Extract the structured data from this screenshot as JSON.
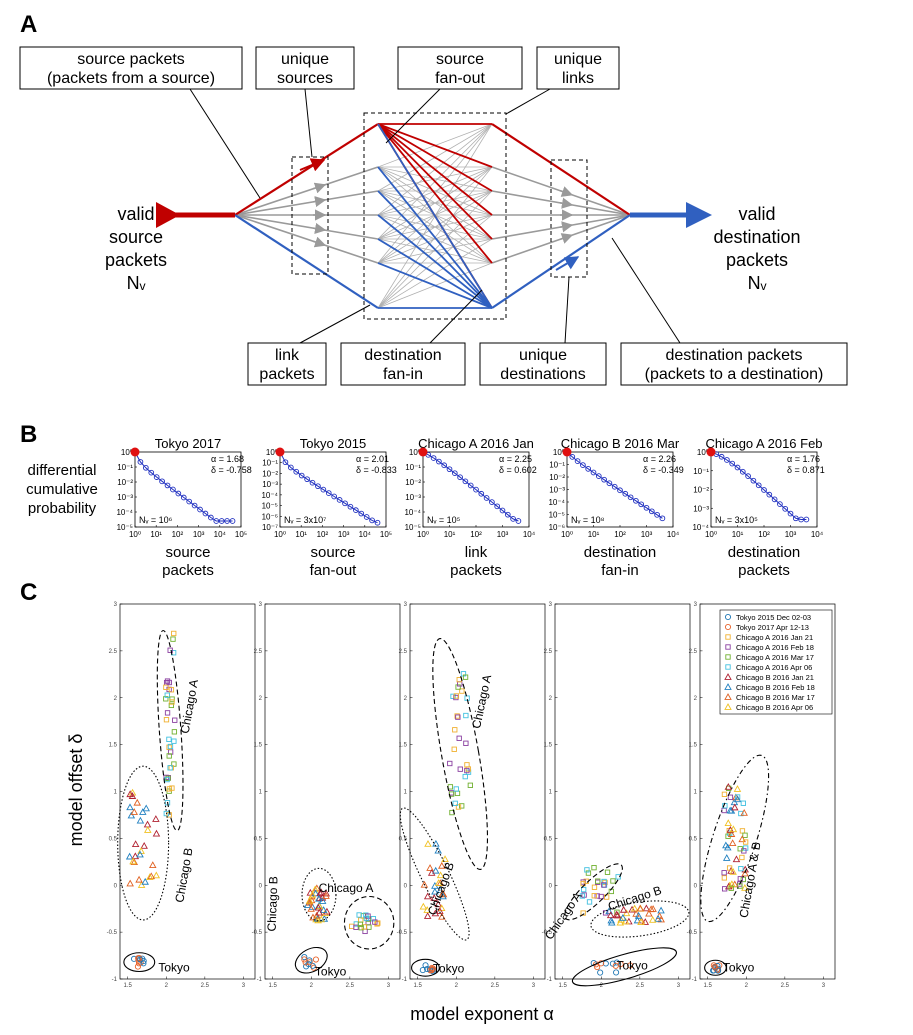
{
  "panelA": {
    "letter": "A",
    "left_label": [
      "valid",
      "source",
      "packets",
      "Nᵥ"
    ],
    "right_label": [
      "valid",
      "destination",
      "packets",
      "Nᵥ"
    ],
    "boxes": [
      {
        "lines": [
          "source packets",
          "(packets from a source)"
        ]
      },
      {
        "lines": [
          "unique",
          "sources"
        ]
      },
      {
        "lines": [
          "source",
          "fan-out"
        ]
      },
      {
        "lines": [
          "unique",
          "links"
        ]
      },
      {
        "lines": [
          "link",
          "packets"
        ]
      },
      {
        "lines": [
          "destination",
          "fan-in"
        ]
      },
      {
        "lines": [
          "unique",
          "destinations"
        ]
      },
      {
        "lines": [
          "destination packets",
          "(packets to a destination)"
        ]
      }
    ],
    "colors": {
      "red": "#c00000",
      "blue": "#3060c0",
      "gray": "#9a9a9a"
    }
  },
  "panelB": {
    "letter": "B",
    "ylabel": [
      "differential",
      "cumulative",
      "probability"
    ],
    "plots": [
      {
        "title": "Tokyo 2017",
        "alpha": "α = 1.68",
        "delta": "δ = -0.758",
        "nv": "Nᵥ = 10⁶",
        "xlabel": [
          "source",
          "packets"
        ],
        "xmax": 5,
        "ymin": -5,
        "yticks": [
          "10⁰",
          "10⁻¹",
          "10⁻²",
          "10⁻³",
          "10⁻⁴",
          "10⁻⁵"
        ],
        "xticks": [
          "10⁰",
          "10¹",
          "10²",
          "10³",
          "10⁴",
          "10⁵"
        ]
      },
      {
        "title": "Tokyo 2015",
        "alpha": "α = 2.01",
        "delta": "δ = -0.833",
        "nv": "Nᵥ = 3x10⁷",
        "xlabel": [
          "source",
          "fan-out"
        ],
        "xmax": 5,
        "ymin": -7,
        "yticks": [
          "10⁰",
          "10⁻¹",
          "10⁻²",
          "10⁻³",
          "10⁻⁴",
          "10⁻⁵",
          "10⁻⁶",
          "10⁻⁷"
        ],
        "xticks": [
          "10⁰",
          "10¹",
          "10²",
          "10³",
          "10⁴",
          "10⁵"
        ]
      },
      {
        "title": "Chicago A 2016 Jan",
        "alpha": "α = 2.25",
        "delta": "δ = 0.602",
        "nv": "Nᵥ = 10⁵",
        "xlabel": [
          "link",
          "packets"
        ],
        "xmax": 4,
        "ymin": -5,
        "yticks": [
          "10⁰",
          "10⁻¹",
          "10⁻²",
          "10⁻³",
          "10⁻⁴",
          "10⁻⁵"
        ],
        "xticks": [
          "10⁰",
          "10¹",
          "10²",
          "10³",
          "10⁴"
        ]
      },
      {
        "title": "Chicago B 2016 Mar",
        "alpha": "α = 2.26",
        "delta": "δ = -0.349",
        "nv": "Nᵥ = 10⁸",
        "xlabel": [
          "destination",
          "fan-in"
        ],
        "xmax": 4,
        "ymin": -6,
        "yticks": [
          "10⁰",
          "10⁻¹",
          "10⁻²",
          "10⁻³",
          "10⁻⁴",
          "10⁻⁵",
          "10⁻⁶"
        ],
        "xticks": [
          "10⁰",
          "10¹",
          "10²",
          "10³",
          "10⁴"
        ]
      },
      {
        "title": "Chicago A 2016 Feb",
        "alpha": "α = 1.76",
        "delta": "δ = 0.871",
        "nv": "Nᵥ = 3x10⁵",
        "xlabel": [
          "destination",
          "packets"
        ],
        "xmax": 4,
        "ymin": -4,
        "yticks": [
          "10⁰",
          "10⁻¹",
          "10⁻²",
          "10⁻³",
          "10⁻⁴"
        ],
        "xticks": [
          "10⁰",
          "10¹",
          "10²",
          "10³",
          "10⁴"
        ]
      }
    ]
  },
  "panelC": {
    "letter": "C",
    "ylabel": "model offset δ",
    "xlabel": "model exponent α",
    "yticks": [
      "3",
      "2.5",
      "2",
      "1.5",
      "1",
      "0.5",
      "0",
      "-0.5",
      "-1"
    ],
    "xticks": [
      "1.5",
      "2",
      "2.5",
      "3"
    ],
    "legend": [
      {
        "label": "Tokyo 2015 Dec 02-03",
        "color": "#1f77b4",
        "shape": "circle"
      },
      {
        "label": "Tokyo 2017 Apr 12-13",
        "color": "#e8622a",
        "shape": "circle"
      },
      {
        "label": "Chicago A 2016 Jan 21",
        "color": "#f0b030",
        "shape": "square"
      },
      {
        "label": "Chicago A 2016 Feb 18",
        "color": "#8a3fa0",
        "shape": "square"
      },
      {
        "label": "Chicago A 2016 Mar 17",
        "color": "#70b030",
        "shape": "square"
      },
      {
        "label": "Chicago A 2016 Apr 06",
        "color": "#40c0e0",
        "shape": "square"
      },
      {
        "label": "Chicago B 2016 Jan 21",
        "color": "#b02030",
        "shape": "triangle"
      },
      {
        "label": "Chicago B 2016 Feb 18",
        "color": "#2080c0",
        "shape": "triangle"
      },
      {
        "label": "Chicago B 2016 Mar 17",
        "color": "#e06020",
        "shape": "triangle"
      },
      {
        "label": "Chicago B 2016 Apr 06",
        "color": "#f0c020",
        "shape": "triangle"
      }
    ],
    "ellipse_labels": [
      [
        "Chicago A",
        "Chicago B",
        "Tokyo"
      ],
      [
        "Chicago B",
        "Chicago A",
        "Tokyo"
      ],
      [
        "Chicago A",
        "Chicago B",
        "Tokyo"
      ],
      [
        "Chicago A",
        "Chicago B",
        "Tokyo"
      ],
      [
        "Chicago A & B",
        "Tokyo"
      ]
    ]
  }
}
